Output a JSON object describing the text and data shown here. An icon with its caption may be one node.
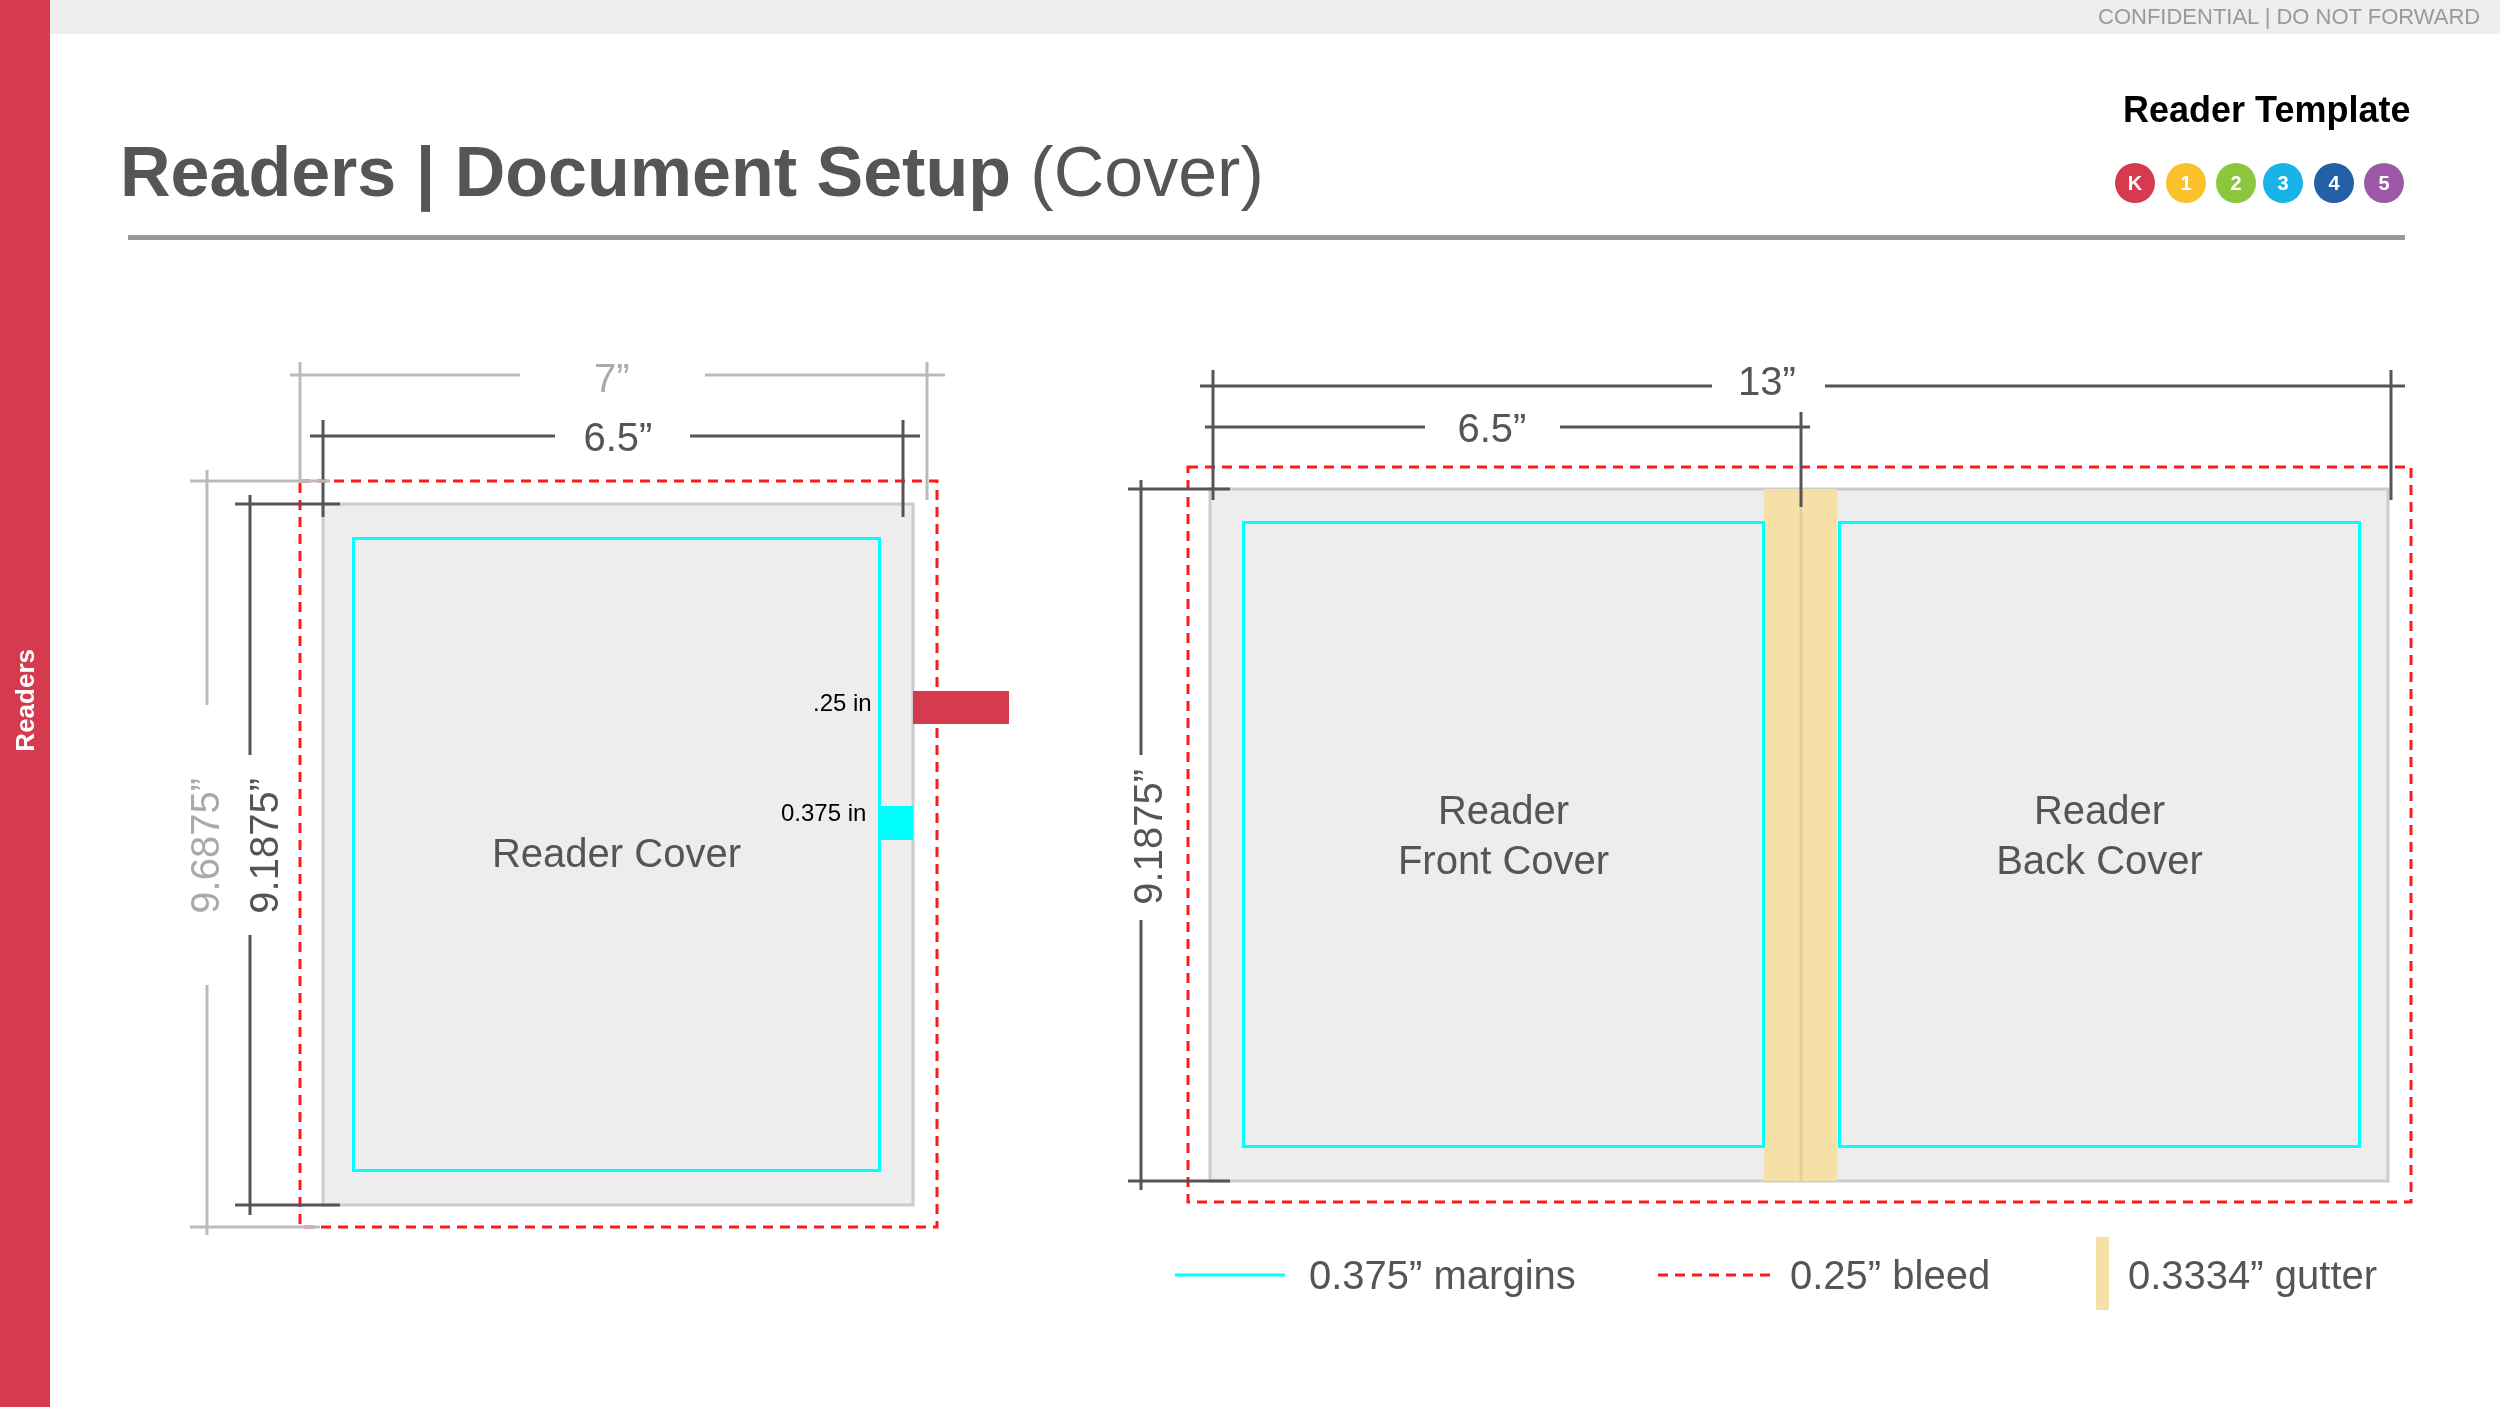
{
  "diagram": {
    "title": "**Readers | Document Setup** (Cover)",
    "nodes": [
      {
        "text": [
          "Reader Cover"
        ]
      },
      {
        "text": [
          "Reader Front Cover"
        ]
      },
      {
        "text": [
          "Reader Back Cover"
        ]
      },
      {
        "text": [
          "K"
        ]
      },
      {
        "text": [
          "1"
        ]
      },
      {
        "text": [
          "2"
        ]
      },
      {
        "text": [
          "3"
        ]
      },
      {
        "text": [
          "4"
        ]
      },
      {
        "text": [
          "5"
        ]
      },
      {
        "text": [],
        "shape": "bar"
      },
      {
        "text": [],
        "shape": "bar"
      }
    ],
    "edges": [],
    "labels": [
      "CONFIDENTIAL | DO NOT FORWARD",
      "Readers",
      "Reader Template",
      "7”",
      "6.5”",
      "9.6875”",
      "9.1875”",
      "13”",
      "6.5”",
      "9.1875”",
      ".25 in",
      "0.375 in"
    ],
    "legend": [
      {
        "text": "0.375” margins"
      },
      {
        "text": "0.25” bleed"
      },
      {
        "text": "0.3334” gutter",
        "color": "#f5e0a8"
      }
    ]
  }
}
